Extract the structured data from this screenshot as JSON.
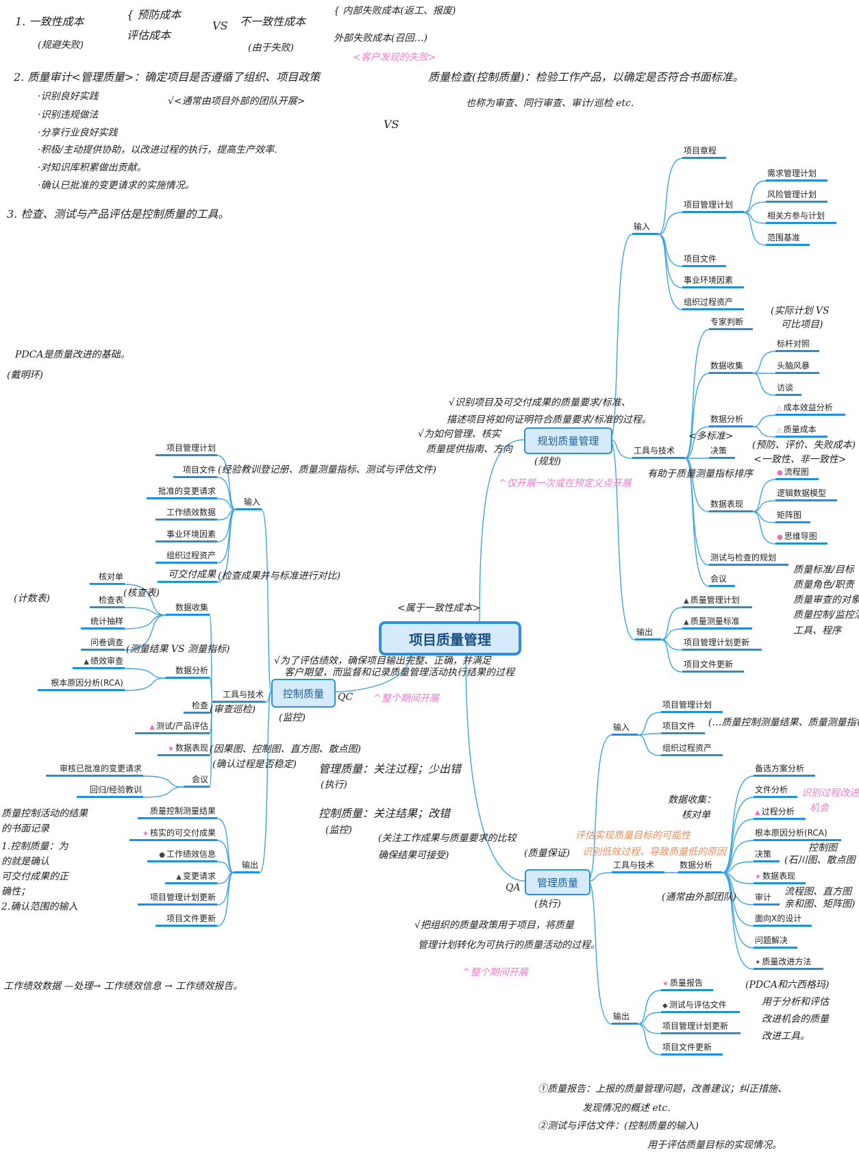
{
  "center": "项目质量管理",
  "plan": {
    "label": "规划质量管理",
    "input": "输入",
    "inputs": [
      "项目章程",
      "项目管理计划",
      "项目文件",
      "事业环境因素",
      "组织过程资产"
    ],
    "pmp_sub": [
      "需求管理计划",
      "风险管理计划",
      "相关方参与计划",
      "范围基准"
    ],
    "tools": "工具与技术",
    "tool_items": [
      "专家判断",
      "数据收集",
      "数据分析",
      "决策",
      "数据表现",
      "测试与检查的规划",
      "会议"
    ],
    "data_collection": [
      "标杆对照",
      "头脑风暴",
      "访谈"
    ],
    "data_analysis": [
      "成本效益分析",
      "质量成本"
    ],
    "data_repr": [
      "流程图",
      "逻辑数据模型",
      "矩阵图",
      "思维导图"
    ],
    "output": "输出",
    "outputs": [
      "质量管理计划",
      "质量测量标准",
      "项目管理计划更新",
      "项目文件更新"
    ]
  },
  "control": {
    "label": "控制质量",
    "input": "输入",
    "inputs": [
      "项目管理计划",
      "项目文件",
      "批准的变更请求",
      "工作绩效数据",
      "事业环境因素",
      "组织过程资产",
      "可交付成果"
    ],
    "tools": "工具与技术",
    "tool_items": [
      "数据收集",
      "数据分析",
      "检查",
      "测试/产品评估",
      "数据表现",
      "会议"
    ],
    "data_collection": [
      "核对单",
      "检查表",
      "统计抽样",
      "问卷调查"
    ],
    "data_analysis": [
      "绩效审查",
      "根本原因分析(RCA)"
    ],
    "meetings": [
      "审核已批准的变更请求",
      "回归/经验教训"
    ],
    "output": "输出",
    "outputs": [
      "质量控制测量结果",
      "核实的可交付成果",
      "工作绩效信息",
      "变更请求",
      "项目管理计划更新",
      "项目文件更新"
    ]
  },
  "manage": {
    "label": "管理质量",
    "input": "输入",
    "inputs": [
      "项目管理计划",
      "项目文件",
      "组织过程资产"
    ],
    "tools": "工具与技术",
    "data_analysis": "数据分析",
    "tool_items": [
      "备选方案分析",
      "文件分析",
      "过程分析",
      "根本原因分析(RCA)",
      "决策",
      "数据表现",
      "审计",
      "面向X的设计",
      "问题解决",
      "质量改进方法"
    ],
    "output": "输出",
    "outputs": [
      "质量报告",
      "测试与评估文件",
      "项目管理计划更新",
      "项目文件更新"
    ]
  },
  "notes": [
    "1. 一致性成本",
    "(规避失败)",
    "{ 预防成本",
    "  评估成本",
    "VS",
    "不一致性成本",
    "(由于失败)",
    "{ 内部失败成本(返工、报废)",
    "  外部失败成本(召回…)",
    "<客户发现的失败>",
    "2. 质量审计<管理质量>：确定项目是否遵循了组织、项目政策",
    "√<通常由项目外部的团队开展>",
    "·识别良好实践",
    "·识别违规做法",
    "·分享行业良好实践",
    "·积极/主动提供协助，以改进过程的执行，提高生产效率.",
    "·对知识库积累做出贡献。",
    "·确认已批准的变更请求的实施情况。",
    "VS",
    "质量检查(控制质量)：检验工作产品，以确定是否符合书面标准。",
    "也称为审查、同行审查、审计/巡检 etc.",
    "3. 检查、测试与产品评估是控制质量的工具。",
    "PDCA是质量改进的基础。",
    "(戴明环)",
    "√识别项目及可交付成果的质量要求/标准、",
    "描述项目将如何证明符合质量要求/标准的过程。",
    "√为如何管理、核实",
    "质量提供指南、方向",
    "(规划)",
    "^仅开展一次或在预定义点开展",
    "<多标准>",
    "(实际计划 VS",
    "可比项目)",
    "(预防、评价、失败成本)",
    "<一致性、非一致性>",
    "有助于质量测量指标排序",
    "质量标准/目标",
    "质量角色/职责",
    "质量审查的对象",
    "质量控制/监控活动",
    "工具、程序",
    "<属于一致性成本>",
    "√为了评估绩效，确保项目输出完整、正确，并满足",
    "客户期望，而监督和记录质量管理活动执行结果的过程",
    "QC",
    "(监控)",
    "^整个期间开展",
    "(经验教训登记册、质量测量指标、测试与评估文件)",
    "(检查成果并与标准进行对比)",
    "(计数表)",
    "(核查表)",
    "(测量结果 VS 测量指标)",
    "(审查巡检)",
    "(因果图、控制图、直方图、散点图)",
    "(确认过程是否稳定)",
    "质量控制活动的结果",
    "的书面记录",
    "1.控制质量：为",
    "的就是确认",
    "可交付成果的正",
    "确性；",
    "2.确认范围的输入",
    "工作绩效数据 —处理→ 工作绩效信息 → 工作绩效报告。",
    "管理质量：关注过程；少出错",
    "(执行)",
    "控制质量：关注结果；改错",
    "(监控)",
    "(关注工作成果与质量要求的比较",
    "确保结果可接受)",
    "(质量保证)",
    "QA",
    "(执行)",
    "√把组织的质量政策用于项目，将质量",
    "管理计划转化为可执行的质量活动的过程。",
    "^整个期间开展",
    "(…质量控制测量结果、质量测量指标)",
    "数据收集：",
    "核对单",
    "评估实现质量目标的可能性",
    "识别低效过程、导致质量低的原因",
    "识别过程改进",
    "机会",
    "(通常由外部团队)",
    "控制图",
    "(石川图、散点图",
    "流程图、直方图",
    "亲和图、矩阵图)",
    "(PDCA和六西格玛)",
    "用于分析和评估",
    "改进机会的质量",
    "改进工具。",
    "①质量报告：上报的质量管理问题，改善建议；纠正措施、",
    "发现情况的概述 etc.",
    "②测试与评估文件：(控制质量的输入)",
    "用于评估质量目标的实现情况。"
  ]
}
